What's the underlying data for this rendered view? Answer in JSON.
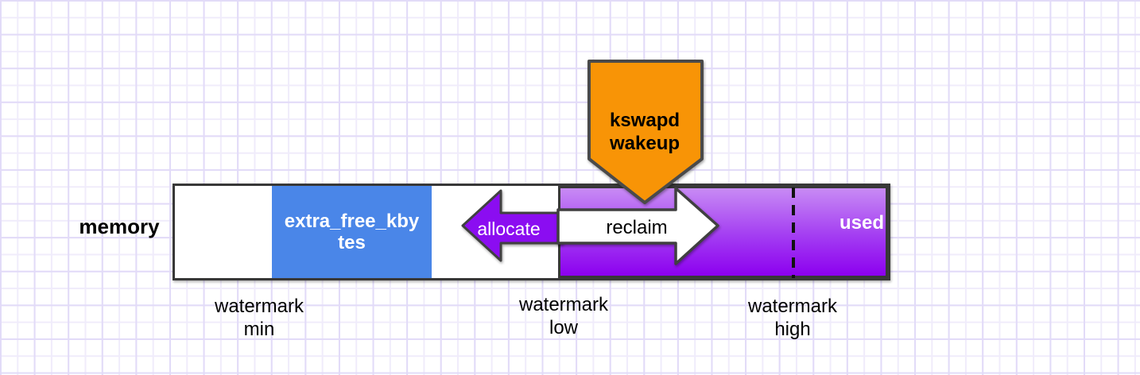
{
  "diagram": {
    "memory_label": "memory",
    "bar": {
      "extra_free_kbytes": {
        "line1": "extra_free_kby",
        "line2": "tes"
      },
      "used_label": "used"
    },
    "arrows": {
      "allocate_label": "allocate",
      "reclaim_label": "reclaim",
      "kswapd": {
        "line1": "kswapd",
        "line2": "wakeup"
      }
    },
    "watermarks": {
      "min": {
        "line1": "watermark",
        "line2": "min"
      },
      "low": {
        "line1": "watermark",
        "line2": "low"
      },
      "high": {
        "line1": "watermark",
        "line2": "high"
      }
    },
    "colors": {
      "grid_major": "#e2dbf8",
      "grid_minor": "#f0ecfb",
      "bar_outline": "#383838",
      "blue_box": "#4a86e8",
      "purple_gradient_top": "#c88bf4",
      "purple_gradient_bottom": "#8c00ef",
      "allocate_arrow_fill": "#8b0df1",
      "reclaim_arrow_fill": "#ffffff",
      "kswapd_orange": "#f89406",
      "shape_outline": "#454545"
    }
  }
}
